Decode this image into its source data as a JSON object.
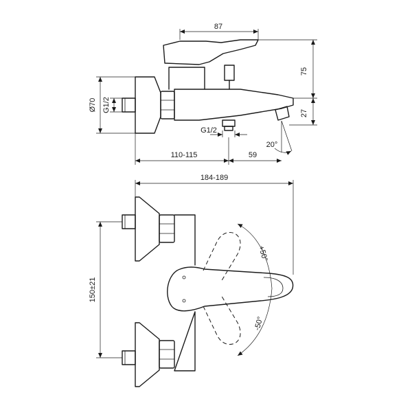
{
  "dimensions": {
    "top": {
      "lever_length": "87",
      "height_above": "75",
      "height_below": "27",
      "flange_diameter": "Ø70",
      "inlet_thread": "G1/2",
      "outlet_thread": "G1/2",
      "spout_angle": "20°",
      "wall_offset": "110-115",
      "spout_projection": "59"
    },
    "bottom": {
      "overall_width": "184-189",
      "center_distance": "150±21",
      "rotation_up": "+50°",
      "rotation_down": "-50°"
    }
  }
}
